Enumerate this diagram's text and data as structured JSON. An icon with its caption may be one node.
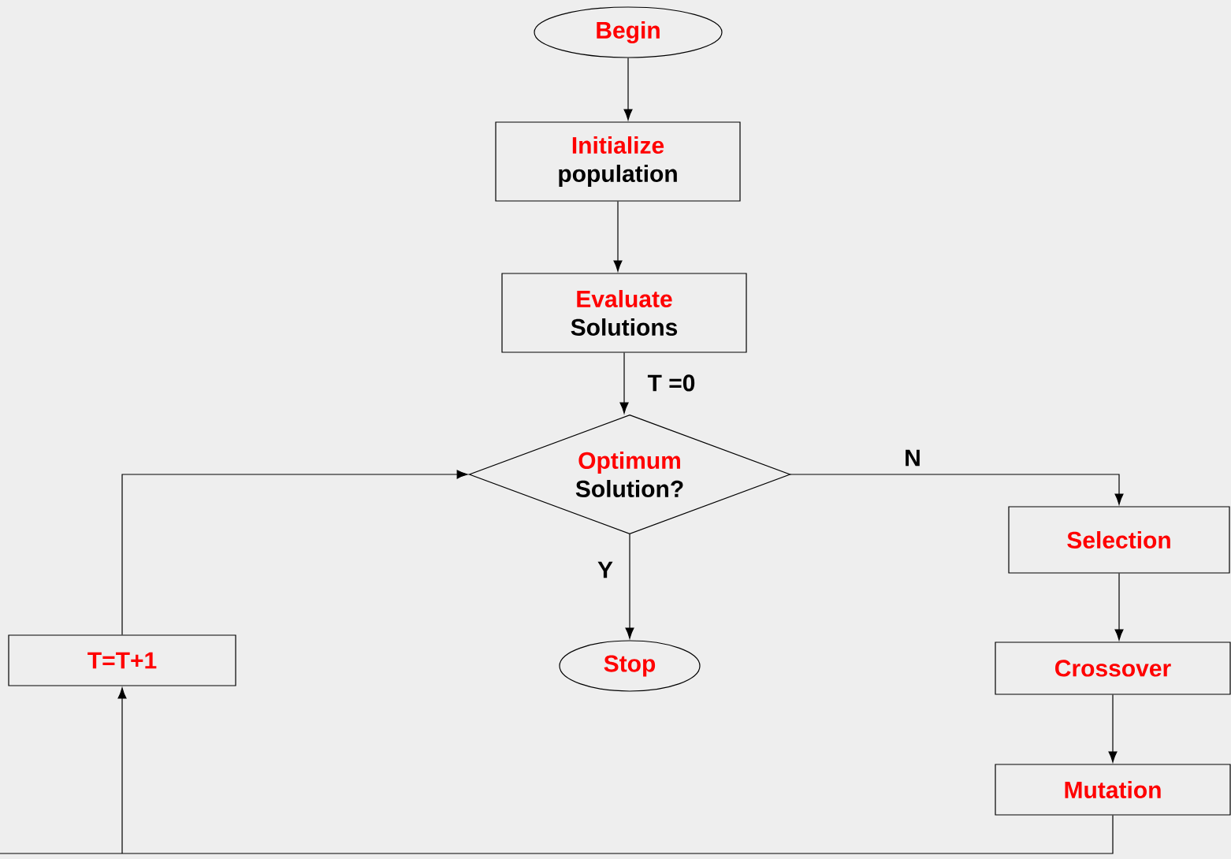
{
  "diagram": {
    "nodes": [
      {
        "text": [
          "Begin"
        ]
      },
      {
        "text": [
          "Initialize",
          "population"
        ]
      },
      {
        "text": [
          "Evaluate",
          "Solutions"
        ]
      },
      {
        "text": [
          "Optimum",
          "Solution?"
        ]
      },
      {
        "text": [
          "Selection"
        ]
      },
      {
        "text": [
          "Crossover"
        ]
      },
      {
        "text": [
          "Mutation"
        ]
      },
      {
        "text": [
          "Stop"
        ]
      },
      {
        "text": [
          "T=T+1"
        ]
      }
    ],
    "edges": [
      {
        "from": 0,
        "to": 1,
        "arrow": "to"
      },
      {
        "from": 1,
        "to": 2,
        "arrow": "to"
      },
      {
        "from": 2,
        "to": 3,
        "arrow": "to",
        "label": "T =0"
      },
      {
        "from": 3,
        "to": 4,
        "arrow": "to",
        "label": "N"
      },
      {
        "from": 3,
        "to": 7,
        "arrow": "to",
        "label": "Y"
      },
      {
        "from": 4,
        "to": 5,
        "arrow": "to"
      },
      {
        "from": 5,
        "to": 6,
        "arrow": "to"
      },
      {
        "from": 6,
        "to": 8,
        "arrow": "to"
      },
      {
        "from": 8,
        "to": 3,
        "arrow": "to"
      }
    ]
  }
}
